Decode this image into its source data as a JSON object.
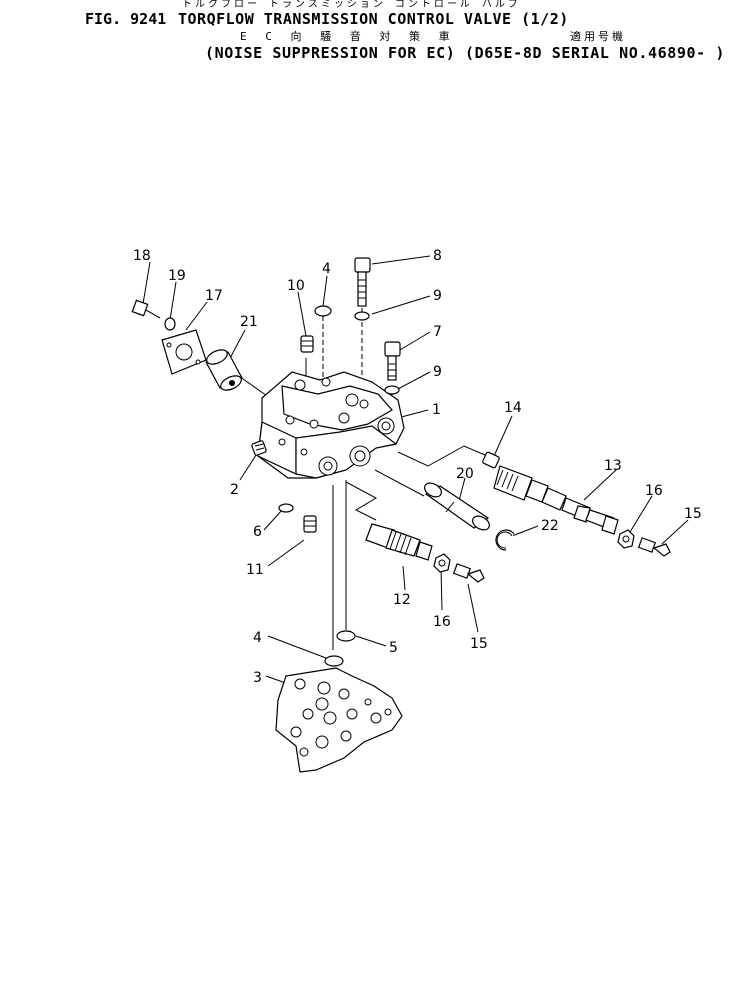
{
  "header": {
    "fig_label": "FIG. 9241",
    "title_jp": "トルクフロー トランスミッション コントロール バルブ",
    "title_en": "TORQFLOW TRANSMISSION CONTROL VALVE (1/2)",
    "subtitle_jp_left": "E C 向 騒 音 対 策 車",
    "subtitle_jp_right": "適用号機",
    "subtitle_en": "(NOISE SUPPRESSION FOR EC) (D65E-8D SERIAL NO.46890- )"
  },
  "callouts": {
    "c1": "1",
    "c2": "2",
    "c3": "3",
    "c4a": "4",
    "c4b": "4",
    "c5": "5",
    "c6": "6",
    "c7": "7",
    "c8": "8",
    "c9a": "9",
    "c9b": "9",
    "c10": "10",
    "c11": "11",
    "c12": "12",
    "c13": "13",
    "c14": "14",
    "c15a": "15",
    "c15b": "15",
    "c16a": "16",
    "c16b": "16",
    "c17": "17",
    "c18": "18",
    "c19": "19",
    "c20": "20",
    "c21": "21",
    "c22": "22"
  }
}
